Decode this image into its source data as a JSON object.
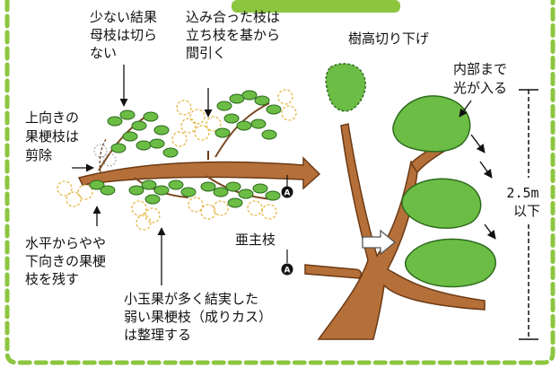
{
  "labels": {
    "thin_mother": [
      "少ない結果",
      "母枝は切ら",
      "ない"
    ],
    "crowded": [
      "込み合った枝は",
      "立ち枝を基から",
      "間引く"
    ],
    "height_cut": [
      "樹高切り下げ"
    ],
    "upward": [
      "上向きの",
      "果梗枝は",
      "剪除"
    ],
    "interior": [
      "内部まで",
      "光が入る"
    ],
    "height_value": [
      "2.5m",
      "以下"
    ],
    "horizontal": [
      "水平からやや",
      "下向きの果梗",
      "枝を残す"
    ],
    "pendant": [
      "亜主枝"
    ],
    "small_fruit": [
      "小玉果が多く結実した",
      "弱い果梗枝（成りカス）",
      "は整理する"
    ]
  },
  "markers": {
    "section_mark": "A"
  },
  "colors": {
    "frame": "#8cc63f",
    "branch": "#b5703a",
    "branch_outline": "#6b3a15",
    "leaf": "#6cbd45",
    "leaf_outline": "#2e6b1e",
    "removed": "#e6b84a",
    "crown_fill": "#b8dc8a",
    "arrow_fill": "#ffffff"
  }
}
